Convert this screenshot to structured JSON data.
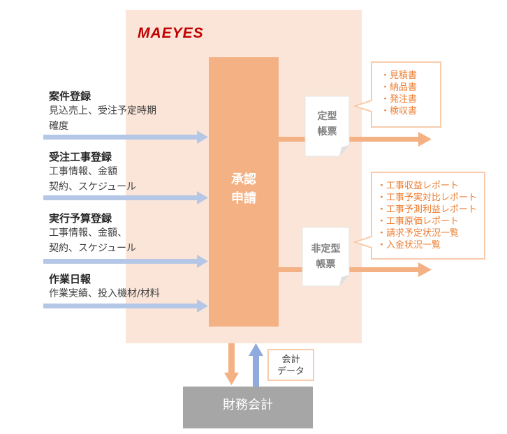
{
  "logo": "MAEYES",
  "approval": {
    "line1": "承認",
    "line2": "申請"
  },
  "inputs": [
    {
      "title": "案件登録",
      "desc1": "見込売上、受注予定時期",
      "desc2": "確度"
    },
    {
      "title": "受注工事登録",
      "desc1": "工事情報、金額",
      "desc2": "契約、スケジュール"
    },
    {
      "title": "実行予算登録",
      "desc1": "工事情報、金額、",
      "desc2": "契約、スケジュール"
    },
    {
      "title": "作業日報",
      "desc1": "作業実績、投入機材/材料",
      "desc2": ""
    }
  ],
  "fixed_forms": {
    "label1": "定型",
    "label2": "帳票",
    "items": [
      "・見積書",
      "・納品書",
      "・発注書",
      "・検収書"
    ]
  },
  "custom_forms": {
    "label1": "非定型",
    "label2": "帳票",
    "items": [
      "・工事収益レポート",
      "・工事予実対比レポート",
      "・工事予測利益レポート",
      "・工事原価レポート",
      "・請求予定状況一覧",
      "・入金状況一覧"
    ]
  },
  "accounting_data": {
    "line1": "会計",
    "line2": "データ"
  },
  "finance": "財務会計",
  "colors": {
    "panel": "#fbe5d8",
    "approval": "#f4b183",
    "arrow_in": "#b4c7e7",
    "arrow_out": "#f4b183",
    "finance": "#a6a6a6",
    "callout_text": "#ed7d31",
    "logo": "#c00000"
  }
}
